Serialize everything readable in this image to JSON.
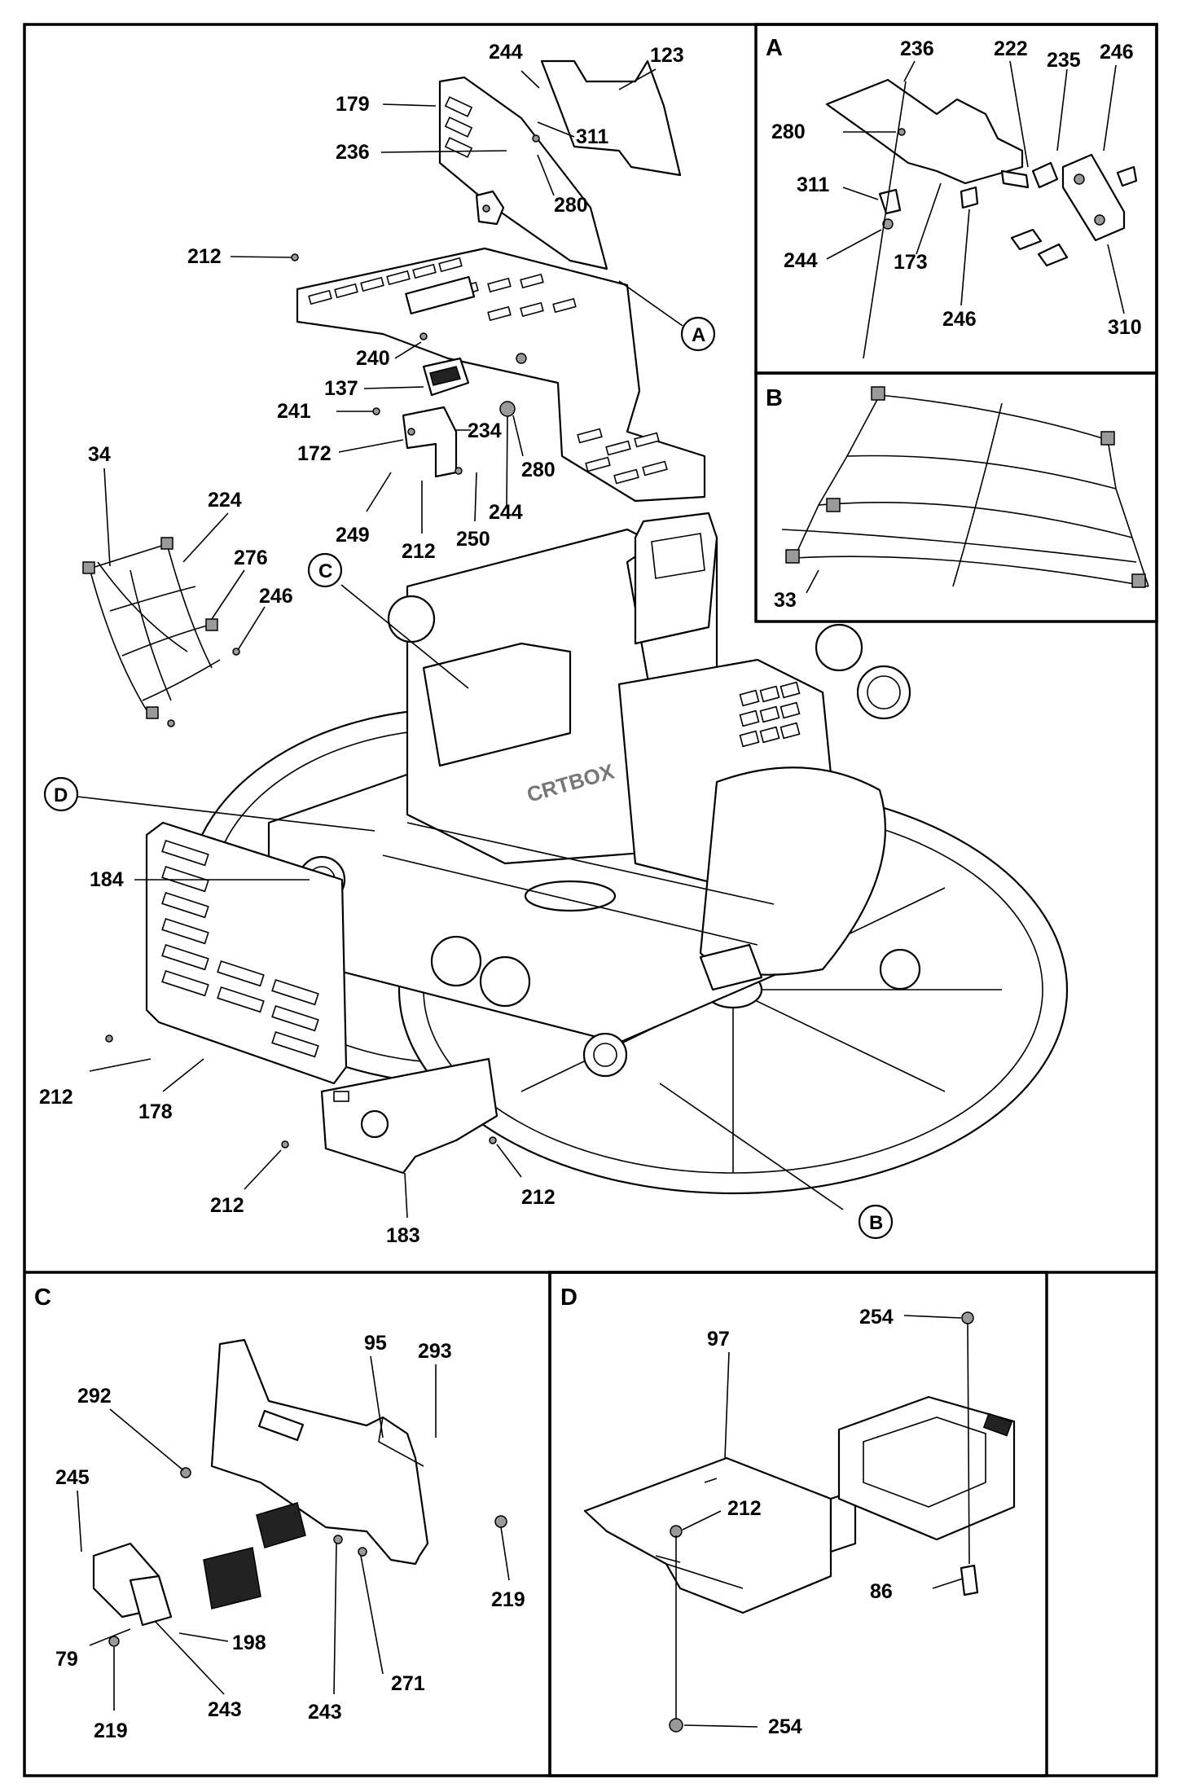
{
  "sections": {
    "panel_a": "A",
    "panel_b": "B",
    "panel_c": "C",
    "panel_d": "D"
  },
  "callouts": {
    "a": "A",
    "b": "B",
    "c": "C",
    "d": "D"
  },
  "main_labels": {
    "l244_top": "244",
    "l123": "123",
    "l179": "179",
    "l311": "311",
    "l236": "236",
    "l280_top": "280",
    "l212_top": "212",
    "l240": "240",
    "l137": "137",
    "l241": "241",
    "l234": "234",
    "l172": "172",
    "l280_mid": "280",
    "l244_mid": "244",
    "l249": "249",
    "l212_mid": "212",
    "l250": "250",
    "l34": "34",
    "l224": "224",
    "l276": "276",
    "l246": "246",
    "l184": "184",
    "l212_left": "212",
    "l178": "178",
    "l212_bl": "212",
    "l183": "183",
    "l212_br": "212"
  },
  "panel_a_labels": {
    "l236": "236",
    "l222": "222",
    "l235": "235",
    "l246_top": "246",
    "l280": "280",
    "l311": "311",
    "l244": "244",
    "l173": "173",
    "l246_bot": "246",
    "l310": "310"
  },
  "panel_b_labels": {
    "l33": "33"
  },
  "panel_c_labels": {
    "l95": "95",
    "l293": "293",
    "l292": "292",
    "l245": "245",
    "l219_r": "219",
    "l198": "198",
    "l79": "79",
    "l243_l": "243",
    "l271": "271",
    "l243_r": "243",
    "l219_b": "219"
  },
  "panel_d_labels": {
    "l97": "97",
    "l254_top": "254",
    "l212": "212",
    "l86": "86",
    "l254_bot": "254"
  },
  "brand_text": "CRTBOX"
}
